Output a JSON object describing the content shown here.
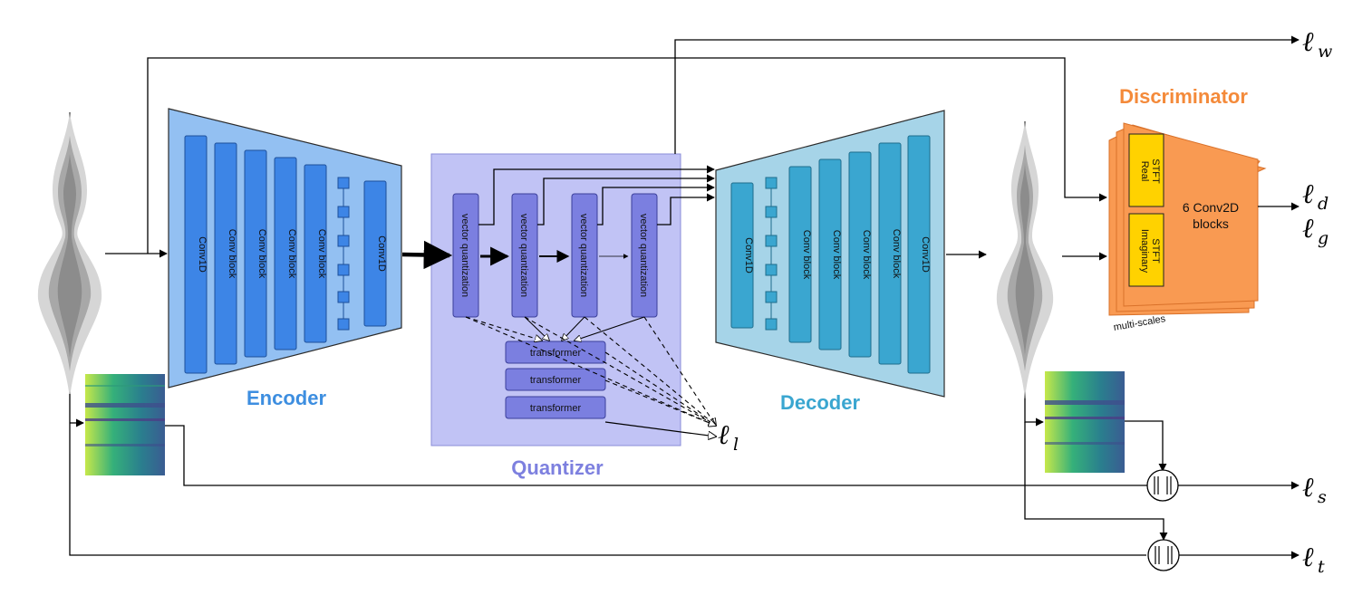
{
  "encoder": {
    "title": "Encoder",
    "layers": [
      "Conv1D",
      "Conv block",
      "Conv block",
      "Conv block",
      "Conv block",
      "Conv1D"
    ]
  },
  "quantizer": {
    "title": "Quantizer",
    "vq_label": "vector quantization",
    "transformer_label": "transformer"
  },
  "decoder": {
    "title": "Decoder",
    "layers": [
      "Conv1D",
      "Conv block",
      "Conv block",
      "Conv block",
      "Conv block",
      "Conv1D"
    ]
  },
  "discriminator": {
    "title": "Discriminator",
    "real_stft": [
      "Real",
      "STFT"
    ],
    "imag_stft": [
      "Imaginary",
      "STFT"
    ],
    "blocks": [
      "6 Conv2D",
      "blocks"
    ],
    "multiscale": "multi-scales"
  },
  "losses": {
    "symbol": "ℓ",
    "w": "w",
    "d": "d",
    "g": "g",
    "l": "l",
    "s": "s",
    "t": "t"
  },
  "colors": {
    "encoder_fill": "#93c0f2",
    "encoder_block": "#3d85e6",
    "encoder_title": "#3d8ee0",
    "quantizer_fill": "#c1c3f5",
    "quantizer_block": "#7b7fe0",
    "quantizer_title": "#7d80df",
    "decoder_fill": "#a6d4e8",
    "decoder_block": "#3aa6d0",
    "decoder_title": "#3aa6d0",
    "disc_fill": "#f99a52",
    "disc_title": "#f48a3a",
    "stft_fill": "#ffd200"
  }
}
